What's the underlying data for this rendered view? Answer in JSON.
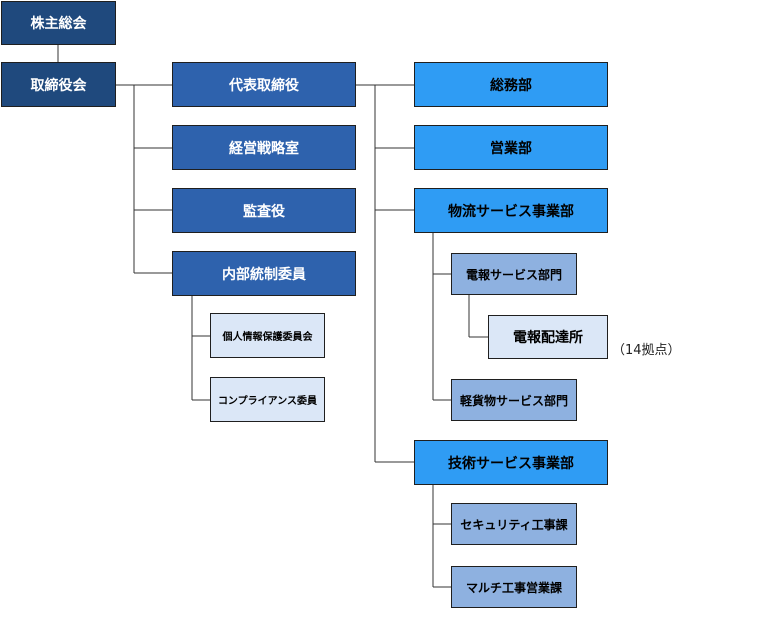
{
  "org_chart": {
    "shareholders_meeting": "株主総会",
    "board_of_directors": "取締役会",
    "representative_director": "代表取締役",
    "management_strategy_office": "経営戦略室",
    "auditor": "監査役",
    "internal_control_committee": "内部統制委員",
    "privacy_committee": "個人情報保護委員会",
    "compliance_committee": "コンプライアンス委員",
    "general_affairs": "総務部",
    "sales": "営業部",
    "logistics_services": "物流サービス事業部",
    "telegram_services": "電報サービス部門",
    "telegram_offices": "電報配達所",
    "telegram_offices_note": "（14拠点）",
    "light_cargo_services": "軽貨物サービス部門",
    "technical_services": "技術サービス事業部",
    "security_works": "セキュリティ工事課",
    "multi_works_sales": "マルチ工事営業課"
  },
  "colors": {
    "top_level": "#1f497d",
    "executive": "#2e62ad",
    "department": "#2f9cf4",
    "division": "#8eb1e0",
    "committee": "#dbe7f7"
  }
}
